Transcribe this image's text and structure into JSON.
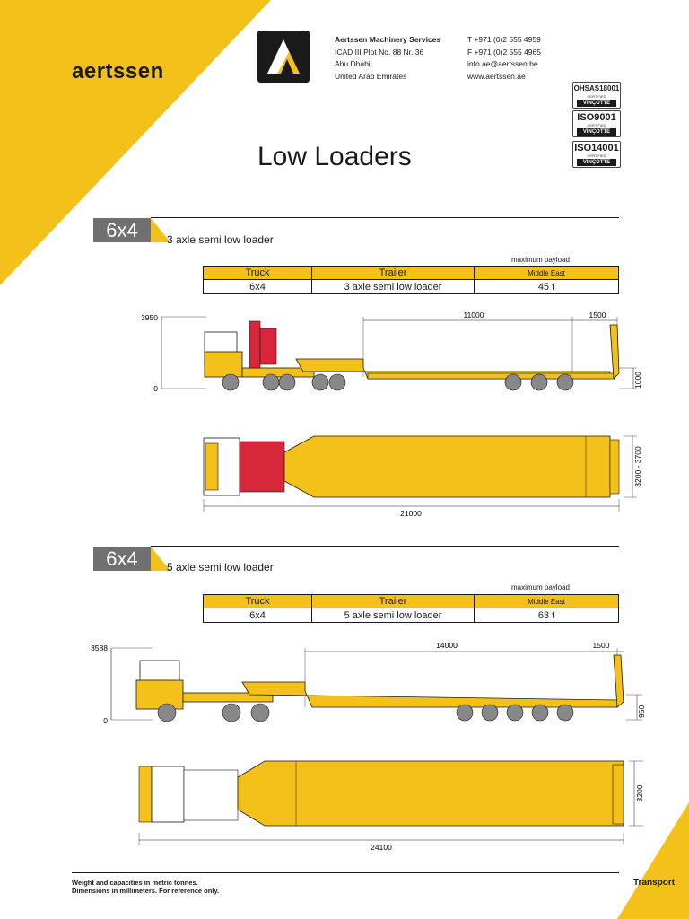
{
  "brand": {
    "name": "aertssen"
  },
  "company": {
    "name": "Aertssen Machinery Services",
    "address1": "ICAD III Plot No. 88 Nr. 36",
    "address2": "Abu Dhabi",
    "address3": "United Arab Emirates"
  },
  "contact": {
    "phone": "T +971 (0)2 555 4959",
    "fax": "F +971 (0)2 555 4965",
    "email": "info.ae@aertssen.be",
    "web": "www.aertssen.ae"
  },
  "certifications": [
    {
      "name": "OHSAS18001",
      "sub": "CERTIFIED",
      "mark": "VINÇOTTE"
    },
    {
      "name": "ISO9001",
      "sub": "CERTIFIED",
      "mark": "VINÇOTTE"
    },
    {
      "name": "ISO14001",
      "sub": "CERTIFIED",
      "mark": "VINÇOTTE"
    }
  ],
  "page_title": "Low Loaders",
  "sections": [
    {
      "badge": "6x4",
      "subtitle": "3 axle semi low loader",
      "payload_label": "maximum payload",
      "table": {
        "headers": [
          "Truck",
          "Trailer",
          "Middle East"
        ],
        "row": [
          "6x4",
          "3 axle semi low loader",
          "45",
          "t"
        ]
      },
      "dims": {
        "height_top": "3950",
        "height_zero": "0",
        "deck_length": "11000",
        "neck_length": "1500",
        "ramp_height": "1000",
        "width": "3200 - 3700",
        "total_length": "21000"
      }
    },
    {
      "badge": "6x4",
      "subtitle": "5 axle semi low loader",
      "payload_label": "maximum payload",
      "table": {
        "headers": [
          "Truck",
          "Trailer",
          "Middle East"
        ],
        "row": [
          "6x4",
          "5 axle semi low loader",
          "63",
          "t"
        ]
      },
      "dims": {
        "height_top": "3588",
        "height_zero": "0",
        "deck_length": "14000",
        "neck_length": "1500",
        "ramp_height": "950",
        "width": "3200",
        "total_length": "24100"
      }
    }
  ],
  "footer": {
    "note1": "Weight and capacities in metric tonnes.",
    "note2": "Dimensions in millimeters. For reference only.",
    "category": "Transport"
  },
  "colors": {
    "accent": "#f4c11a",
    "dark": "#1a1a1a",
    "badge": "#707070",
    "crane": "#d8263a"
  }
}
